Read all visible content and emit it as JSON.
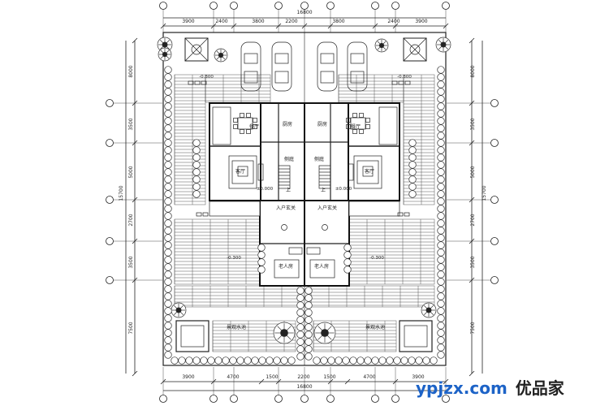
{
  "dimensions": {
    "top_overall": "16800",
    "top_segments": [
      "3900",
      "2400",
      "3800",
      "2200",
      "3800",
      "2400",
      "3900"
    ],
    "bottom_overall": "16800",
    "bottom_segments": [
      "3900",
      "4700",
      "1500",
      "2200",
      "1500",
      "4700",
      "3900"
    ],
    "left_segments": [
      "8000",
      "3500",
      "5000",
      "2700",
      "3500",
      "7500"
    ],
    "left_total": "15700",
    "right_segments": [
      "8000",
      "3500",
      "5000",
      "2700",
      "3500",
      "7500"
    ],
    "right_total": "15700"
  },
  "rooms": {
    "dining_left": "餐厅",
    "kitchen_left": "厨房",
    "kitchen_right": "厨房",
    "dining_right": "餐厅",
    "living_left": "客厅",
    "living_right": "客厅",
    "foyer_left": "侧庭",
    "foyer_right": "侧庭",
    "entrance_left": "入户玄关",
    "entrance_right": "入户玄关",
    "elder_room_left": "老人房",
    "elder_room_right": "老人房",
    "back_garden_left": "景观水池",
    "back_garden_right": "景观水池"
  },
  "levels": {
    "floor_left": "±0.000",
    "floor_right": "±0.000",
    "court_top_left": "-0.300",
    "court_top_right": "-0.300",
    "garden_left": "-0.300",
    "garden_right": "-0.300"
  },
  "stair_mark": "上",
  "watermark": {
    "domain": "ypjzx.com",
    "cn": "优品家"
  }
}
